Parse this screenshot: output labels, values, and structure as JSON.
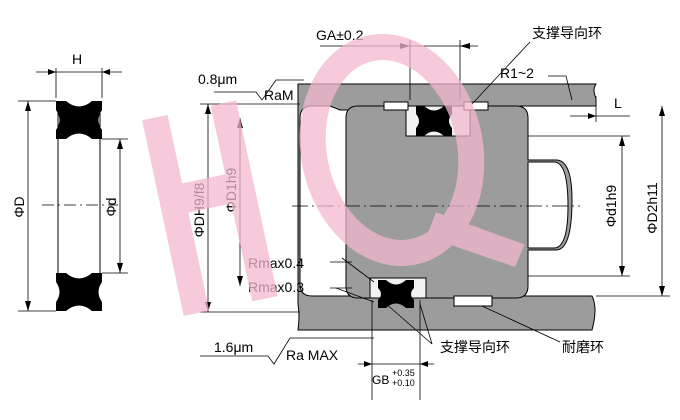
{
  "labels": {
    "h": "H",
    "phi_D": "ΦD",
    "phi_d": "Φd",
    "roughness_top_value": "0.8μm",
    "roughness_top_symbol": "RaM",
    "ga_tolerance": "GA±0.2",
    "support_guide_ring_top": "支撑导向环",
    "radius": "R1~2",
    "l": "L",
    "phi_DH9f8": "ΦDH9/f8",
    "phi_D1h9": "ΦD1h9",
    "phi_d1h9": "Φd1h9",
    "phi_D2h11": "ΦD2h11",
    "rmax04": "Rmax0.4",
    "rmax03": "Rmax0.3",
    "roughness_bottom_value": "1.6μm",
    "roughness_bottom_symbol": "Ra MAX",
    "support_guide_ring_bottom": "支撑导向环",
    "wear_ring": "耐磨环",
    "gb_base": "GB",
    "gb_upper": "+0.35",
    "gb_lower": "+0.10"
  },
  "watermark": {
    "text": "HQ",
    "color": "#f3b9cf"
  },
  "colors": {
    "background": "#ffffff",
    "body_fill": "#9c9c9c",
    "groove_fill": "#f2f2f2",
    "seal_fill": "#000000",
    "line": "#000000"
  }
}
